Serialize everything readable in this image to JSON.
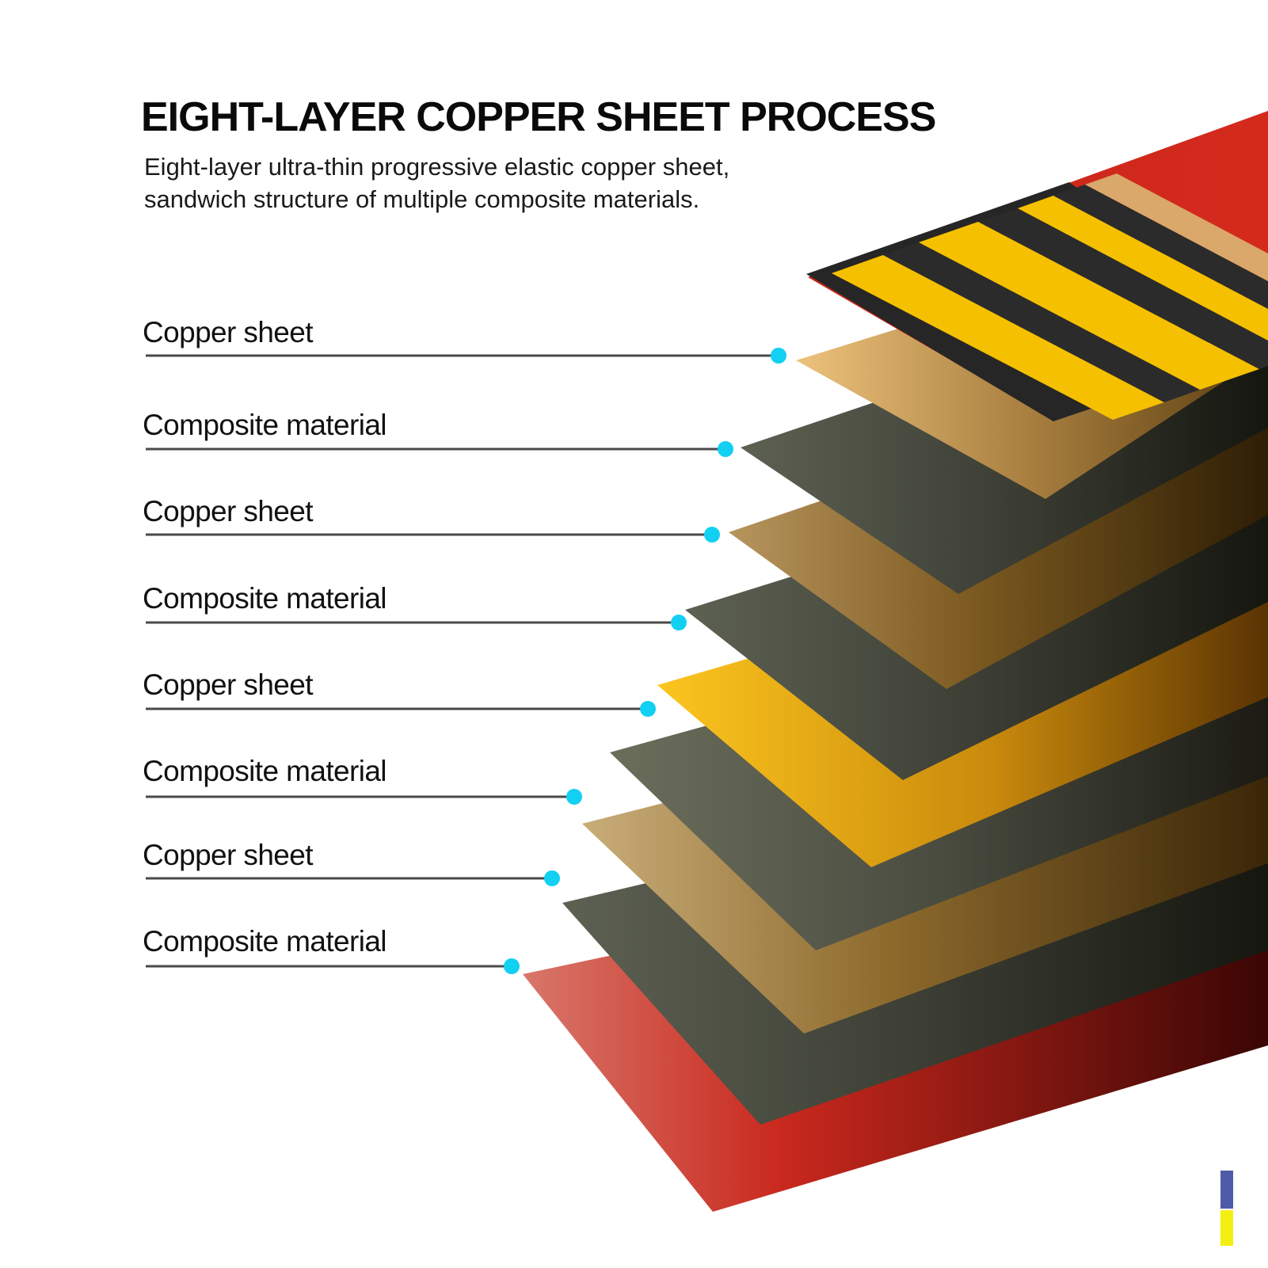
{
  "title": "EIGHT-LAYER COPPER SHEET PROCESS",
  "subtitle": {
    "line1": "Eight-layer ultra-thin progressive elastic copper sheet,",
    "line2": "sandwich structure of multiple composite materials."
  },
  "layers": [
    {
      "label": "Copper sheet"
    },
    {
      "label": "Composite material"
    },
    {
      "label": "Copper sheet"
    },
    {
      "label": "Composite material"
    },
    {
      "label": "Copper sheet"
    },
    {
      "label": "Composite material"
    },
    {
      "label": "Copper sheet"
    },
    {
      "label": "Composite material"
    }
  ],
  "colors": {
    "callout_dot": "#12d0f2",
    "leader_line": "#4a4a4a",
    "copper_light": "#e8b86b",
    "copper_gold": "#f9c21c",
    "composite_gray": "#5b5e4f",
    "red_base": "#cf2418",
    "stripe_yellow": "#f5c000",
    "stripe_dark": "#2b2b2b"
  }
}
